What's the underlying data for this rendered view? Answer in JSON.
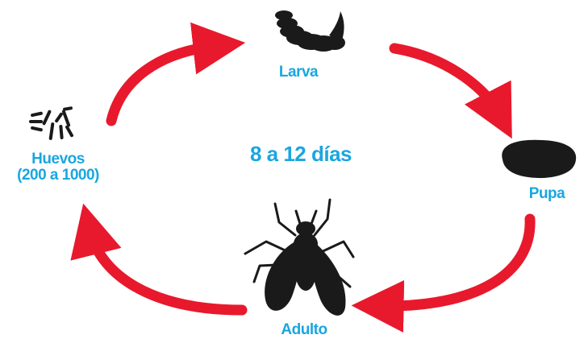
{
  "diagram": {
    "stages": {
      "larva": {
        "label": "Larva"
      },
      "pupa": {
        "label": "Pupa"
      },
      "adult": {
        "label": "Adulto"
      },
      "eggs": {
        "label_line1": "Huevos",
        "label_line2": "(200 a 1000)"
      }
    },
    "center_label": "8 a 12 días",
    "colors": {
      "arrow": "#e8192c",
      "label": "#1aa6e0",
      "silhouette": "#1a1a1a"
    },
    "icons": [
      "eggs-icon",
      "larva-icon",
      "pupa-icon",
      "fly-icon",
      "cycle-arrow"
    ]
  }
}
